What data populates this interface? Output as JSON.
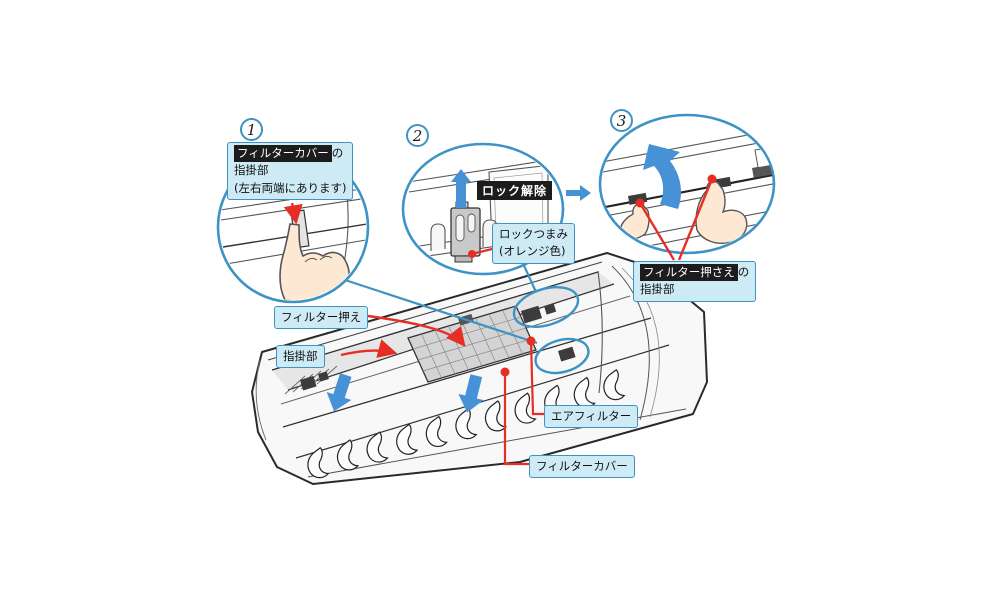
{
  "steps": [
    {
      "badge": "1",
      "label": {
        "highlight": "フィルターカバー",
        "suffix": "の",
        "line2": "指掛部",
        "line3": "(左右両端にあります)"
      }
    },
    {
      "badge": "2",
      "lock_release": "ロック解除",
      "knob": {
        "line1": "ロックつまみ",
        "line2": "(オレンジ色)"
      }
    },
    {
      "badge": "3",
      "label": {
        "highlight": "フィルター押さえ",
        "suffix": "の",
        "line2": "指掛部"
      }
    }
  ],
  "unit_labels": {
    "filter_presser": "フィルター押え",
    "finger_grip": "指掛部",
    "air_filter": "エアフィルター",
    "filter_cover": "フィルターカバー"
  },
  "colors": {
    "accent_blue": "#3e93c5",
    "callout_bg": "#cdeaf5",
    "highlight_bg": "#1c1c1c",
    "pointer_red": "#e62e25",
    "arrow_blue": "#4791d6",
    "skin": "#fde9d3"
  }
}
